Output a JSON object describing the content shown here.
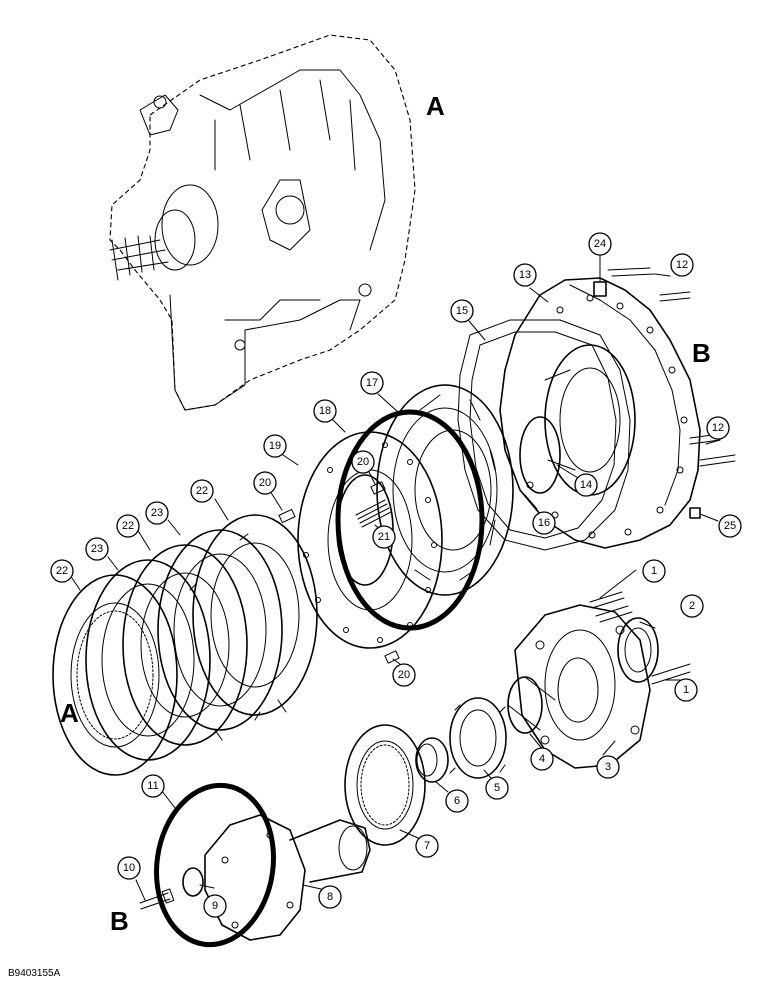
{
  "view_labels": {
    "a_top": "A",
    "b_right": "B",
    "a_left": "A",
    "b_bottom": "B"
  },
  "figure_id": "B9403155A",
  "callouts": [
    {
      "key": "c1a",
      "label": "1"
    },
    {
      "key": "c1b",
      "label": "1"
    },
    {
      "key": "c2",
      "label": "2"
    },
    {
      "key": "c3",
      "label": "3"
    },
    {
      "key": "c4",
      "label": "4"
    },
    {
      "key": "c5",
      "label": "5"
    },
    {
      "key": "c6",
      "label": "6"
    },
    {
      "key": "c7",
      "label": "7"
    },
    {
      "key": "c8",
      "label": "8"
    },
    {
      "key": "c9",
      "label": "9"
    },
    {
      "key": "c10",
      "label": "10"
    },
    {
      "key": "c11",
      "label": "11"
    },
    {
      "key": "c12a",
      "label": "12"
    },
    {
      "key": "c12b",
      "label": "12"
    },
    {
      "key": "c13",
      "label": "13"
    },
    {
      "key": "c14",
      "label": "14"
    },
    {
      "key": "c15",
      "label": "15"
    },
    {
      "key": "c16",
      "label": "16"
    },
    {
      "key": "c17",
      "label": "17"
    },
    {
      "key": "c18",
      "label": "18"
    },
    {
      "key": "c19",
      "label": "19"
    },
    {
      "key": "c20a",
      "label": "20"
    },
    {
      "key": "c20b",
      "label": "20"
    },
    {
      "key": "c20c",
      "label": "20"
    },
    {
      "key": "c21",
      "label": "21"
    },
    {
      "key": "c22a",
      "label": "22"
    },
    {
      "key": "c22b",
      "label": "22"
    },
    {
      "key": "c22c",
      "label": "22"
    },
    {
      "key": "c23a",
      "label": "23"
    },
    {
      "key": "c23b",
      "label": "23"
    },
    {
      "key": "c24",
      "label": "24"
    },
    {
      "key": "c25",
      "label": "25"
    }
  ]
}
